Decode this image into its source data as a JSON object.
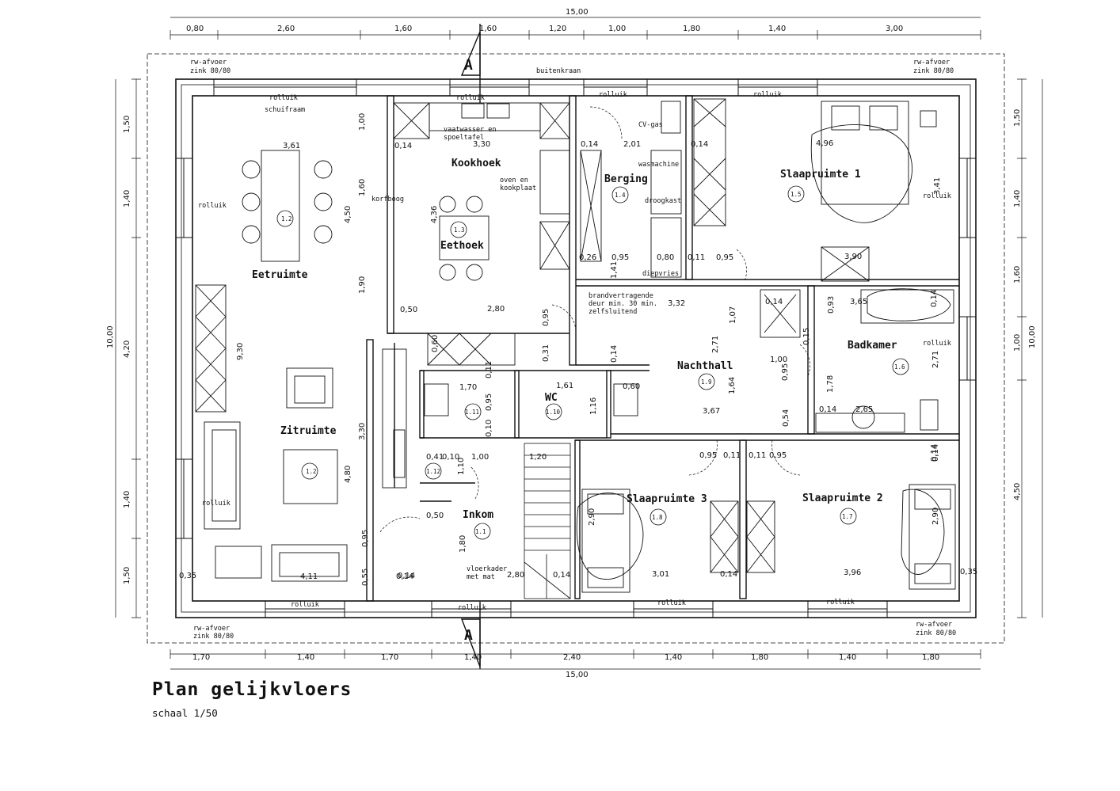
{
  "title": "Plan gelijkvloers",
  "scale": "schaal 1/50",
  "section_mark": "A",
  "dims": {
    "top_total": "15,00",
    "top": [
      "0,80",
      "2,60",
      "1,60",
      "1,60",
      "1,20",
      "1,00",
      "1,80",
      "1,40",
      "3,00"
    ],
    "bottom": [
      "1,70",
      "1,40",
      "1,70",
      "1,40",
      "2,40",
      "1,40",
      "1,80",
      "1,40",
      "1,80"
    ],
    "bottom_total": "15,00",
    "left_total": "10,00",
    "left": [
      "1,50",
      "1,40",
      "4,20",
      "1,40",
      "1,50"
    ],
    "right_total": "10,00",
    "right": [
      "1,50",
      "1,40",
      "1,60",
      "1,00",
      "4,50"
    ]
  },
  "rooms": [
    {
      "name": "Eetruimte",
      "code": "1.2"
    },
    {
      "name": "Zitruimte",
      "code": "1.2"
    },
    {
      "name": "Kookhoek",
      "code": ""
    },
    {
      "name": "Eethoek",
      "code": "1.3"
    },
    {
      "name": "Berging",
      "code": "1.4"
    },
    {
      "name": "Slaapruimte 1",
      "code": "1.5"
    },
    {
      "name": "Badkamer",
      "code": "1.6"
    },
    {
      "name": "Nachthall",
      "code": "1.9"
    },
    {
      "name": "WC",
      "code": "1.10"
    },
    {
      "name": "",
      "code": "1.11"
    },
    {
      "name": "",
      "code": "1.12"
    },
    {
      "name": "Inkom",
      "code": "1.1"
    },
    {
      "name": "Slaapruimte 3",
      "code": "1.8"
    },
    {
      "name": "Slaapruimte 2",
      "code": "1.7"
    }
  ],
  "notes": {
    "rw_tl": [
      "rw-afvoer",
      "zink 80/80"
    ],
    "rw_tr": [
      "rw-afvoer",
      "zink 80/80"
    ],
    "rw_bl": [
      "rw-afvoer",
      "zink 80/80"
    ],
    "rw_br": [
      "rw-afvoer",
      "zink 80/80"
    ],
    "buitenkraan": "buitenkraan",
    "rolluik": "rolluik",
    "schuifraam": "schuifraam",
    "vaatwasser": [
      "vaatwasser en",
      "spoeltafel"
    ],
    "oven": [
      "oven en",
      "kookplaat"
    ],
    "korfboog": "korfboog",
    "cvgas": "CV-gas",
    "wasmachine": "wasmachine",
    "droogkast": "droogkast",
    "diepvries": "diepvries",
    "brandvertragende": [
      "brandvertragende",
      "deur min. 30 min.",
      "zelfsluitend"
    ],
    "vloerkader": [
      "vloerkader",
      "met mat"
    ]
  },
  "inner_dims": [
    "3,61",
    "3,30",
    "2,01",
    "4,96",
    "3,41",
    "3,90",
    "0,14",
    "0,14",
    "0,14",
    "1,00",
    "1,60",
    "4,50",
    "4,36",
    "1,90",
    "9,30",
    "3,30",
    "4,80",
    "0,95",
    "0,55",
    "0,35",
    "0,14",
    "4,11",
    "0,50",
    "2,80",
    "0,95",
    "0,31",
    "0,60",
    "0,26",
    "0,95",
    "0,80",
    "0,11",
    "0,95",
    "1,41",
    "0,14",
    "3,32",
    "1,07",
    "2,71",
    "0,14",
    "3,65",
    "0,14",
    "0,93",
    "0,15",
    "1,00",
    "2,71",
    "1,78",
    "1,64",
    "3,67",
    "0,95",
    "0,54",
    "0,14",
    "2,65",
    "1,70",
    "1,61",
    "0,60",
    "0,95",
    "0,10",
    "1,16",
    "0,11",
    "0,41",
    "0,10",
    "1,00",
    "1,20",
    "1,10",
    "0,50",
    "1,80",
    "0,14",
    "2,80",
    "0,14",
    "2,90",
    "3,01",
    "0,14",
    "0,95",
    "0,11",
    "0,11",
    "0,95",
    "0,14",
    "2,90",
    "3,96",
    "0,35",
    "0,14"
  ]
}
